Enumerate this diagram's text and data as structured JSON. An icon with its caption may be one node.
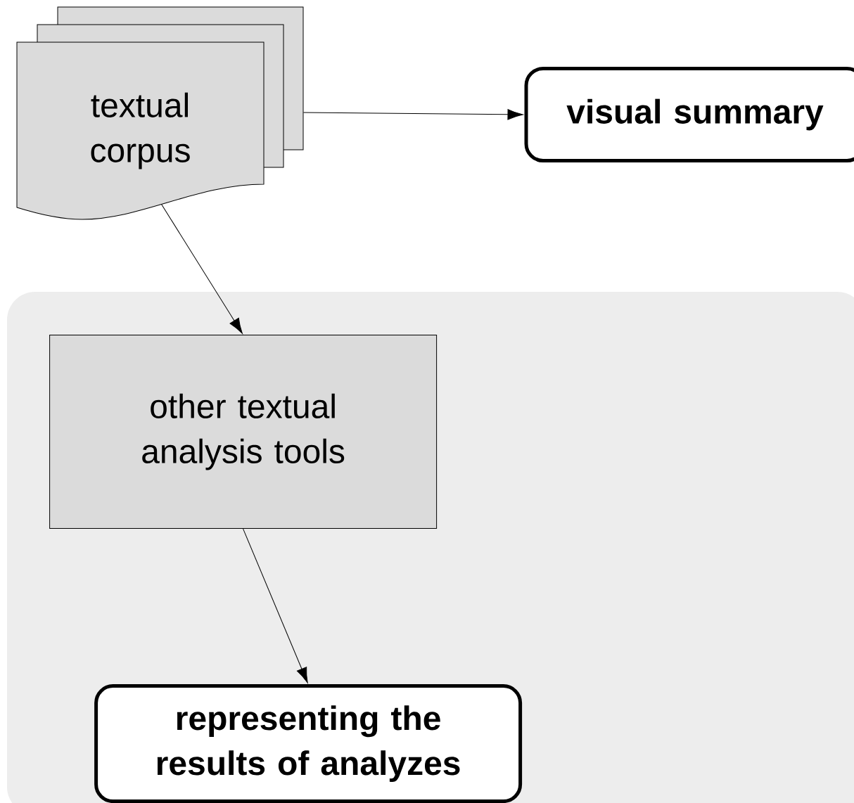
{
  "diagram": {
    "nodes": [
      {
        "text": [
          "textual corpus"
        ]
      },
      {
        "text": [
          "visual summary"
        ]
      },
      {
        "text": [],
        "shape": "box"
      },
      {
        "text": [
          "other textual analysis tools"
        ],
        "in": 2
      },
      {
        "text": [
          "representing the results of analyzes"
        ],
        "in": 2
      }
    ],
    "edges": [
      {
        "from": 0,
        "to": 1,
        "arrow": "to"
      },
      {
        "from": 0,
        "to": 3,
        "arrow": "to"
      },
      {
        "from": 3,
        "to": 4,
        "arrow": "to"
      }
    ]
  }
}
